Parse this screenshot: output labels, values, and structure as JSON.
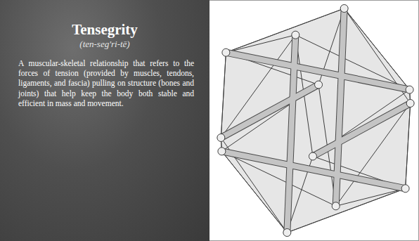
{
  "diagram": {
    "nodes": [
      {
        "text": [
          "Tensegrity",
          "(ten-seg'ri-tē)",
          "A muscular-skeletal relationship that refers to the forces of tension (provided by muscles, tendons, ligaments, and fascia) pulling on structure (bones and joints) that help keep the body both stable and efficient in mass and movement."
        ]
      }
    ]
  }
}
